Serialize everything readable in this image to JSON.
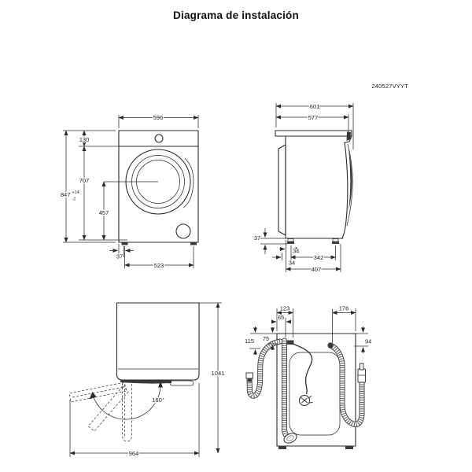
{
  "title": "Diagrama de instalación",
  "model_code": "240527VYYT",
  "colors": {
    "line": "#2b2b2b",
    "background": "#ffffff"
  },
  "front_view": {
    "width": "596",
    "control_panel_height": "130",
    "door_center_from_top": "707",
    "height": "847",
    "height_tol_plus": "+14",
    "height_tol_minus": "-2",
    "door_center_from_base": "457",
    "foot_edge_offset": "37",
    "feet_distance": "523"
  },
  "side_view": {
    "depth_total": "601",
    "depth_body": "577",
    "foot_height": "37",
    "rear_foot_offset": "34",
    "feet_distance": "342",
    "front_foot_offset": "34",
    "feet_span": "407"
  },
  "door_view": {
    "height_door_open": "1041",
    "opening_angle": "160°",
    "depth_door_open": "964"
  },
  "rear_view": {
    "drain_hose_offset": "123",
    "drain_hose_offset_inner": "65",
    "drain_outlet_drop": "75",
    "drain_outlet_drop_outer": "115",
    "inlet_hose_offset": "176",
    "inlet_outlet_drop": "94"
  }
}
